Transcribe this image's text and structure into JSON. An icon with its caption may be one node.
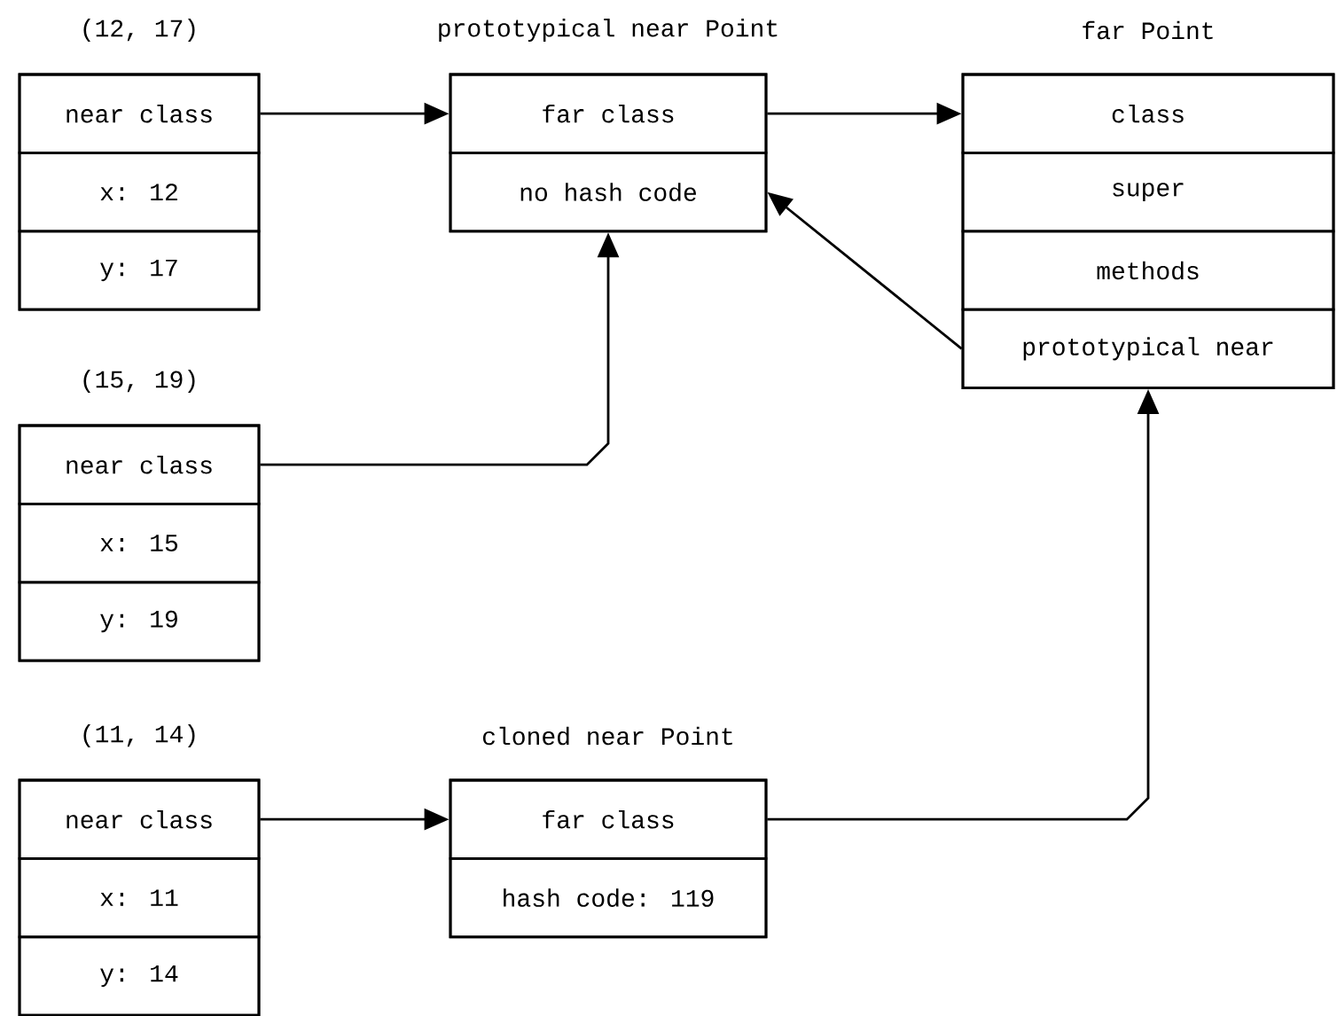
{
  "diagram": {
    "nodes": [
      {
        "text": [
          "(12, 17)"
        ]
      },
      {
        "text": [
          "near class"
        ],
        "in": 0
      },
      {
        "text": [
          "x: 12"
        ],
        "in": 0
      },
      {
        "text": [
          "y: 17"
        ],
        "in": 0
      },
      {
        "text": [
          "prototypical near Point"
        ]
      },
      {
        "text": [
          "far class"
        ],
        "in": 4
      },
      {
        "text": [
          "no hash code"
        ],
        "in": 4
      },
      {
        "text": [
          "far Point"
        ]
      },
      {
        "text": [
          "class"
        ],
        "in": 7
      },
      {
        "text": [
          "super"
        ],
        "in": 7
      },
      {
        "text": [
          "methods"
        ],
        "in": 7
      },
      {
        "text": [
          "prototypical near"
        ],
        "in": 7
      },
      {
        "text": [
          "(15, 19)"
        ]
      },
      {
        "text": [
          "near class"
        ],
        "in": 12
      },
      {
        "text": [
          "x: 15"
        ],
        "in": 12
      },
      {
        "text": [
          "y: 19"
        ],
        "in": 12
      },
      {
        "text": [
          "(11, 14)"
        ]
      },
      {
        "text": [
          "near class"
        ],
        "in": 16
      },
      {
        "text": [
          "x: 11"
        ],
        "in": 16
      },
      {
        "text": [
          "y: 14"
        ],
        "in": 16
      },
      {
        "text": [
          "cloned near Point"
        ]
      },
      {
        "text": [
          "far class"
        ],
        "in": 20
      },
      {
        "text": [
          "hash code: 119"
        ],
        "in": 20
      }
    ],
    "edges": [
      {
        "from": 1,
        "to": 5,
        "arrow": "to"
      },
      {
        "from": 5,
        "to": 8,
        "arrow": "to"
      },
      {
        "from": 11,
        "to": 6,
        "arrow": "to"
      },
      {
        "from": 13,
        "to": 6,
        "arrow": "to"
      },
      {
        "from": 17,
        "to": 21,
        "arrow": "to"
      },
      {
        "from": 21,
        "to": 11,
        "arrow": "to"
      }
    ]
  }
}
